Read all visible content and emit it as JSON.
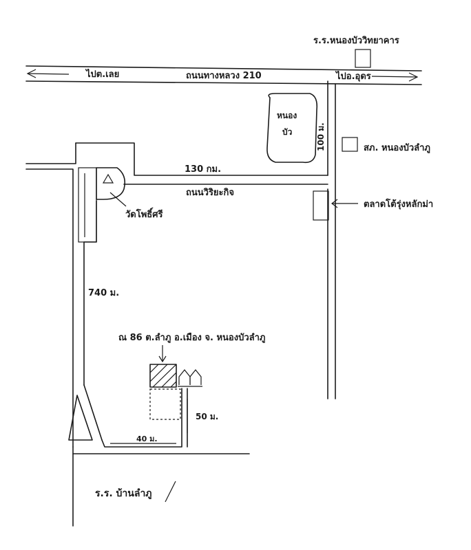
{
  "map": {
    "labels": {
      "school_top": "ร.ร.หนองบัววิทยาคาร",
      "to_loei": "ไปต.เลย",
      "highway": "ถนนทางหลวง 210",
      "to_udon": "ไปอ.อุดร",
      "pond_line1": "หนอง",
      "pond_line2": "บัว",
      "dist_pond": "100 ม.",
      "dist_road": "130 กม.",
      "police": "สภ. หนองบัวลำภู",
      "soi_name": "ถนนวิริยะกิจ",
      "temple": "วัดโพธิ์ศรี",
      "market": "ตลาดโต้รุ่งหลักม่า",
      "dist_side": "740 ม.",
      "address": "ณ 86 ต.ลำภู อ.เมือง จ. หนองบัวลำภู",
      "dist_house_h": "50 ม.",
      "dist_house_w": "40 ม.",
      "school_bottom": "ร.ร. บ้านลำภู"
    }
  }
}
